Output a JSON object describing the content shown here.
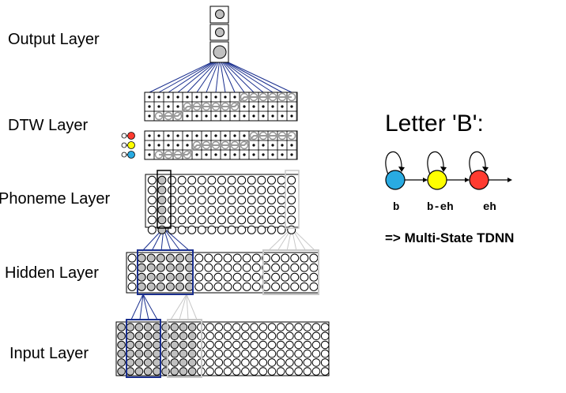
{
  "layers": {
    "output": "Output Layer",
    "dtw": "DTW Layer",
    "phoneme": "Phoneme Layer",
    "hidden": "Hidden Layer",
    "input": "Input Layer"
  },
  "letter_title": "Letter 'B':",
  "states": [
    {
      "label": "b",
      "color": "#29abe2"
    },
    {
      "label": "b-eh",
      "color": "#ffff00"
    },
    {
      "label": "eh",
      "color": "#ff3b30"
    }
  ],
  "note": "=> Multi-State TDNN",
  "colors": {
    "connection_active": "#1a2f8f",
    "connection_faded": "#c8c8c8",
    "node_fill": "#c0c0c0",
    "dtw_path": "#9a9a9a"
  }
}
